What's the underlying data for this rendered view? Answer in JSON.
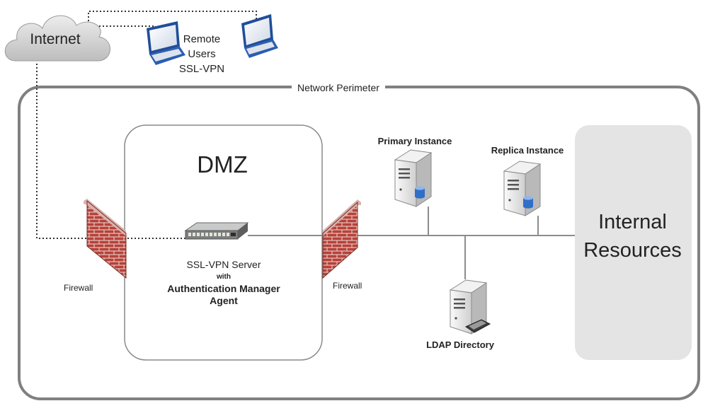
{
  "cloud": {
    "label": "Internet"
  },
  "remote_users": {
    "lines": [
      "Remote",
      "Users",
      "SSL-VPN"
    ]
  },
  "perimeter": {
    "label": "Network Perimeter"
  },
  "dmz": {
    "label": "DMZ"
  },
  "firewalls": {
    "left_label": "Firewall",
    "right_label": "Firewall"
  },
  "ssl_vpn_server": {
    "lines": [
      "SSL-VPN Server",
      "with",
      "Authentication Manager",
      "Agent"
    ]
  },
  "servers": {
    "primary_label": "Primary Instance",
    "replica_label": "Replica Instance",
    "ldap_label": "LDAP Directory"
  },
  "internal_resources": {
    "lines": [
      "Internal",
      "Resources"
    ]
  },
  "colors": {
    "perimeter_border": "#808080",
    "dmz_border": "#8a8a8a",
    "internal_fill": "#e4e4e4",
    "brick": "#b5423a",
    "mortar": "#f1dcd6",
    "link": "#8c8c8c",
    "dotted_link": "#333333",
    "laptop_body": "#1f4e9a",
    "cloud": "#d2d2d2"
  }
}
